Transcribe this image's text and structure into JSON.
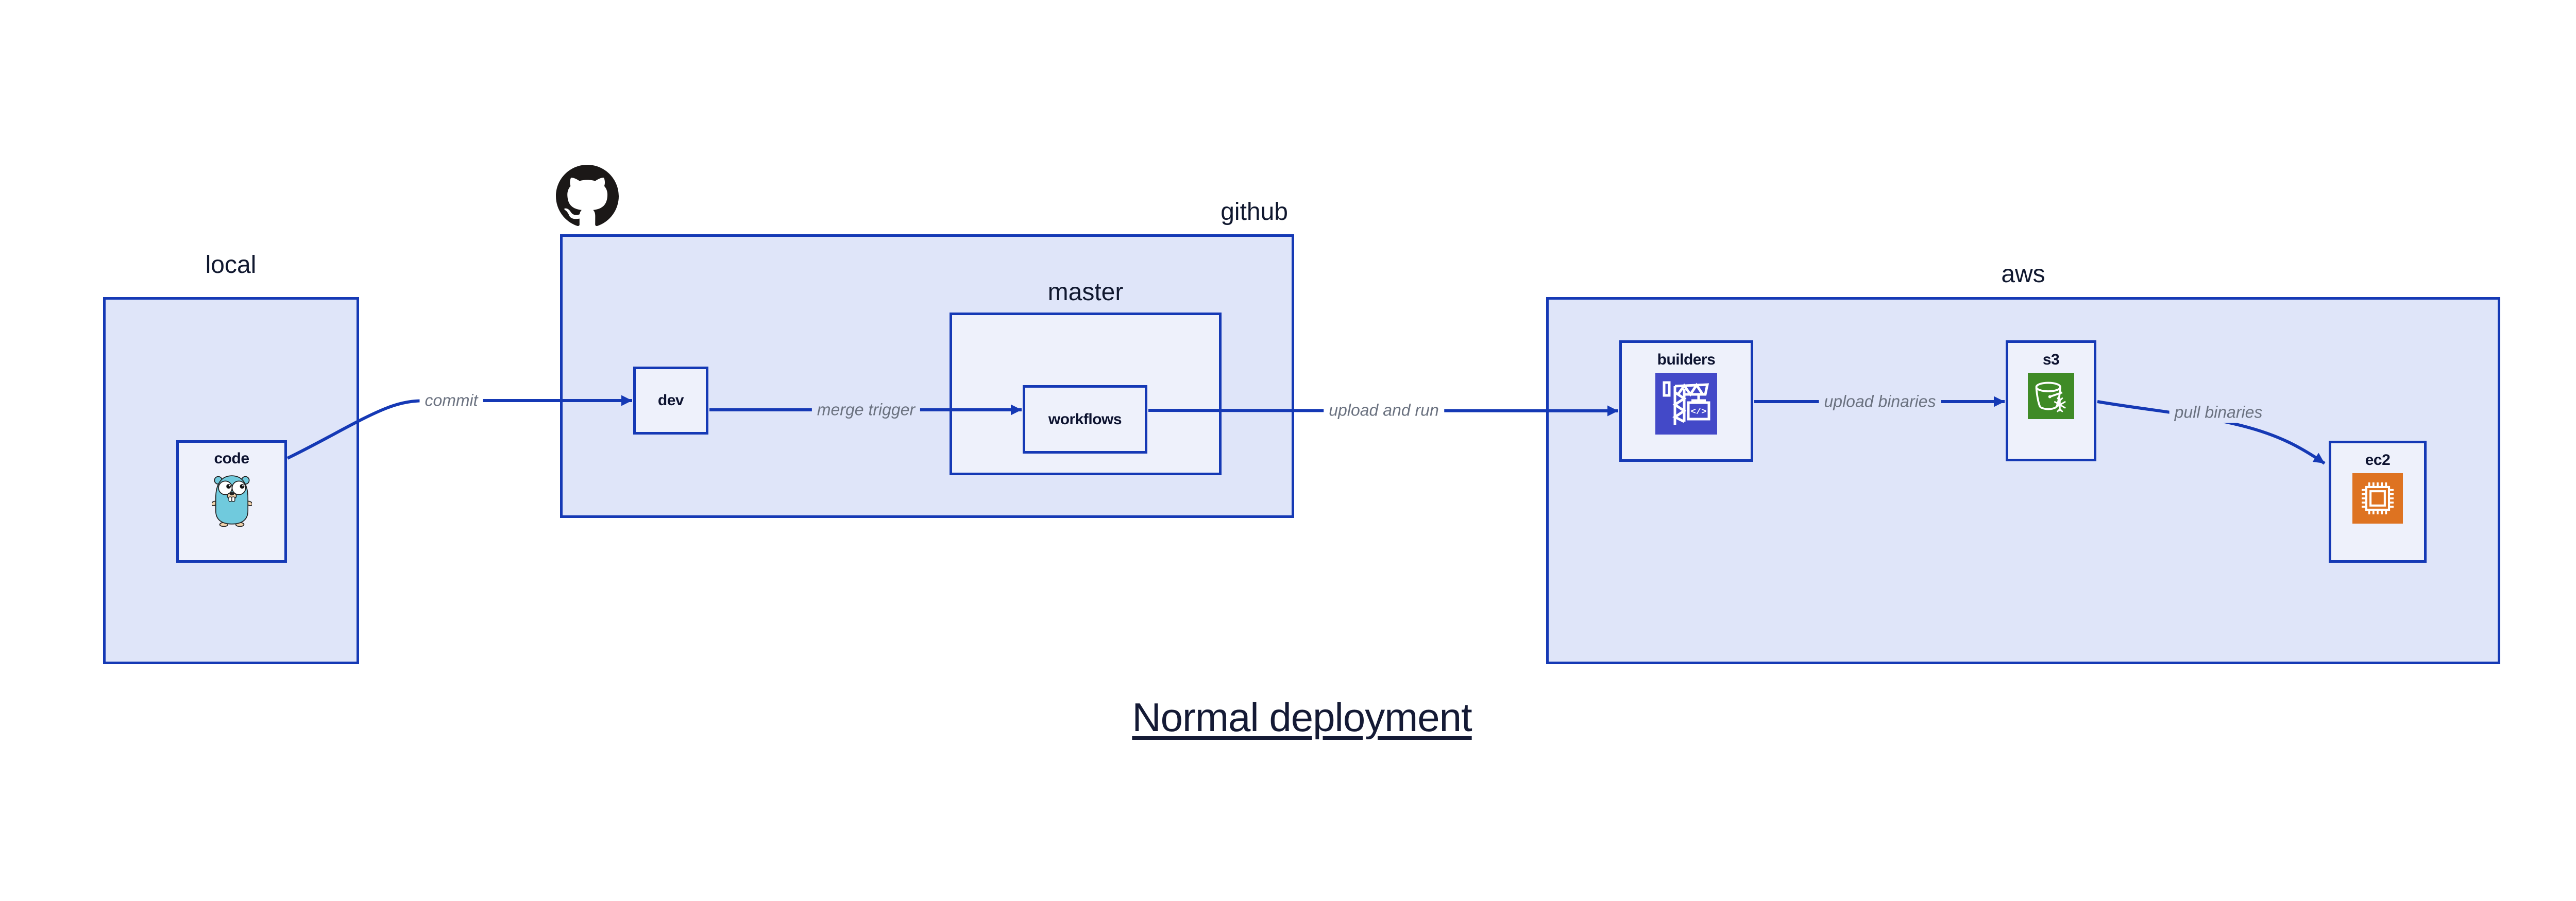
{
  "title": {
    "text": "Normal deployment"
  },
  "regions": {
    "local": {
      "label": "local"
    },
    "github": {
      "label": "github"
    },
    "master": {
      "label": "master"
    },
    "aws": {
      "label": "aws"
    }
  },
  "nodes": {
    "code": {
      "label": "code",
      "icon": "go-gopher-icon"
    },
    "dev": {
      "label": "dev"
    },
    "workflows": {
      "label": "workflows"
    },
    "builders": {
      "label": "builders",
      "icon": "codebuild-crane-icon",
      "icon_glyph": "</>"
    },
    "s3": {
      "label": "s3",
      "icon": "s3-bucket-snowflake-icon"
    },
    "ec2": {
      "label": "ec2",
      "icon": "ec2-chip-icon"
    }
  },
  "edges": {
    "commit": {
      "label": "commit"
    },
    "merge_trigger": {
      "label": "merge trigger"
    },
    "upload_and_run": {
      "label": "upload and run"
    },
    "upload_binaries": {
      "label": "upload binaries"
    },
    "pull_binaries": {
      "label": "pull binaries"
    }
  },
  "logos": {
    "github_mark": "github-octocat"
  },
  "colors": {
    "border_and_arrows": "#1539b5",
    "region_fill": "#dfe5f9",
    "node_fill": "#eef1fb",
    "label_navy": "#10182f",
    "edge_label_gray": "#6b7280",
    "builders_icon_bg": "#4349c8",
    "s3_icon_bg": "#3f8b26",
    "ec2_icon_bg": "#de7321",
    "gopher_teal": "#70cadd"
  }
}
